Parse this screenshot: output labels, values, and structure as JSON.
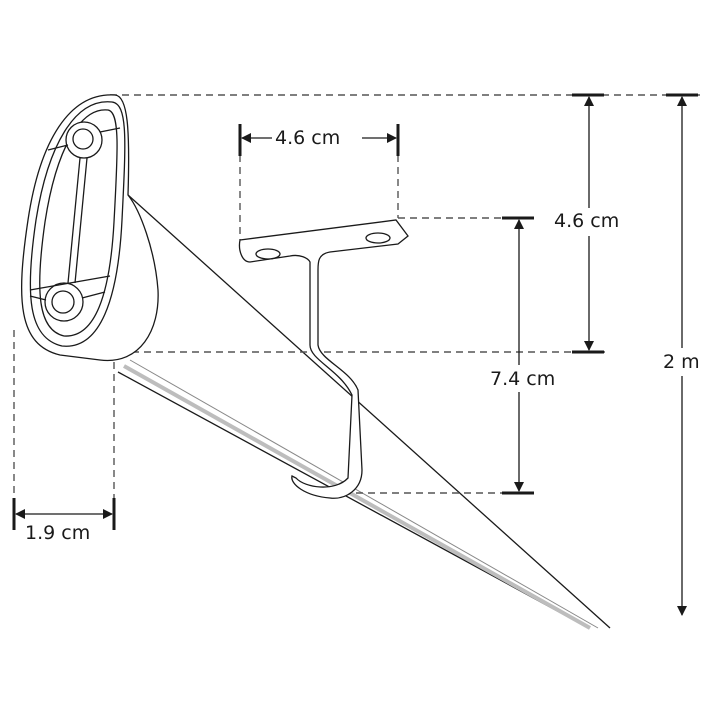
{
  "diagram": {
    "subject": "oval wardrobe rail with ceiling bracket and end support",
    "line_color": "#1a1a1a",
    "dash_color": "#555555",
    "fill_color": "#ffffff",
    "rail_shade_color": "#bdbdbd"
  },
  "dimensions": {
    "bracket_width": {
      "label": "4.6 cm"
    },
    "end_support_height": {
      "label": "4.6 cm"
    },
    "bracket_drop": {
      "label": "7.4 cm"
    },
    "rail_length": {
      "label": "2 m"
    },
    "rail_thickness": {
      "label": "1.9 cm"
    }
  }
}
